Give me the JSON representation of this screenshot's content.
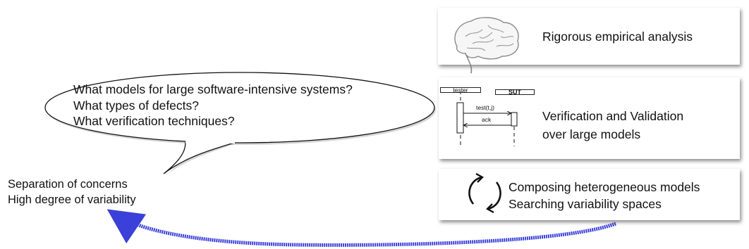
{
  "speech_bubble": {
    "lines": [
      "What models for large software-intensive systems?",
      "What types of defects?",
      "What verification techniques?"
    ]
  },
  "left_notes": {
    "lines": [
      "Separation of concerns",
      "High degree of variability"
    ]
  },
  "panels": {
    "empirical": {
      "label": "Rigorous empirical analysis",
      "icon": "brain-icon"
    },
    "verification": {
      "label_lines": [
        "Verification and Validation",
        "over large models"
      ],
      "sequence_diagram": {
        "lifeline_left": "tester",
        "lifeline_right": "SUT",
        "message": "test(t,j)",
        "reply": "ack"
      }
    },
    "composing": {
      "label_lines": [
        "Composing heterogeneous models",
        "Searching variability spaces"
      ],
      "icon": "cycle-icon"
    }
  },
  "colors": {
    "feedback_arrow": "#3a40d8",
    "panel_shadow": "#777777"
  }
}
